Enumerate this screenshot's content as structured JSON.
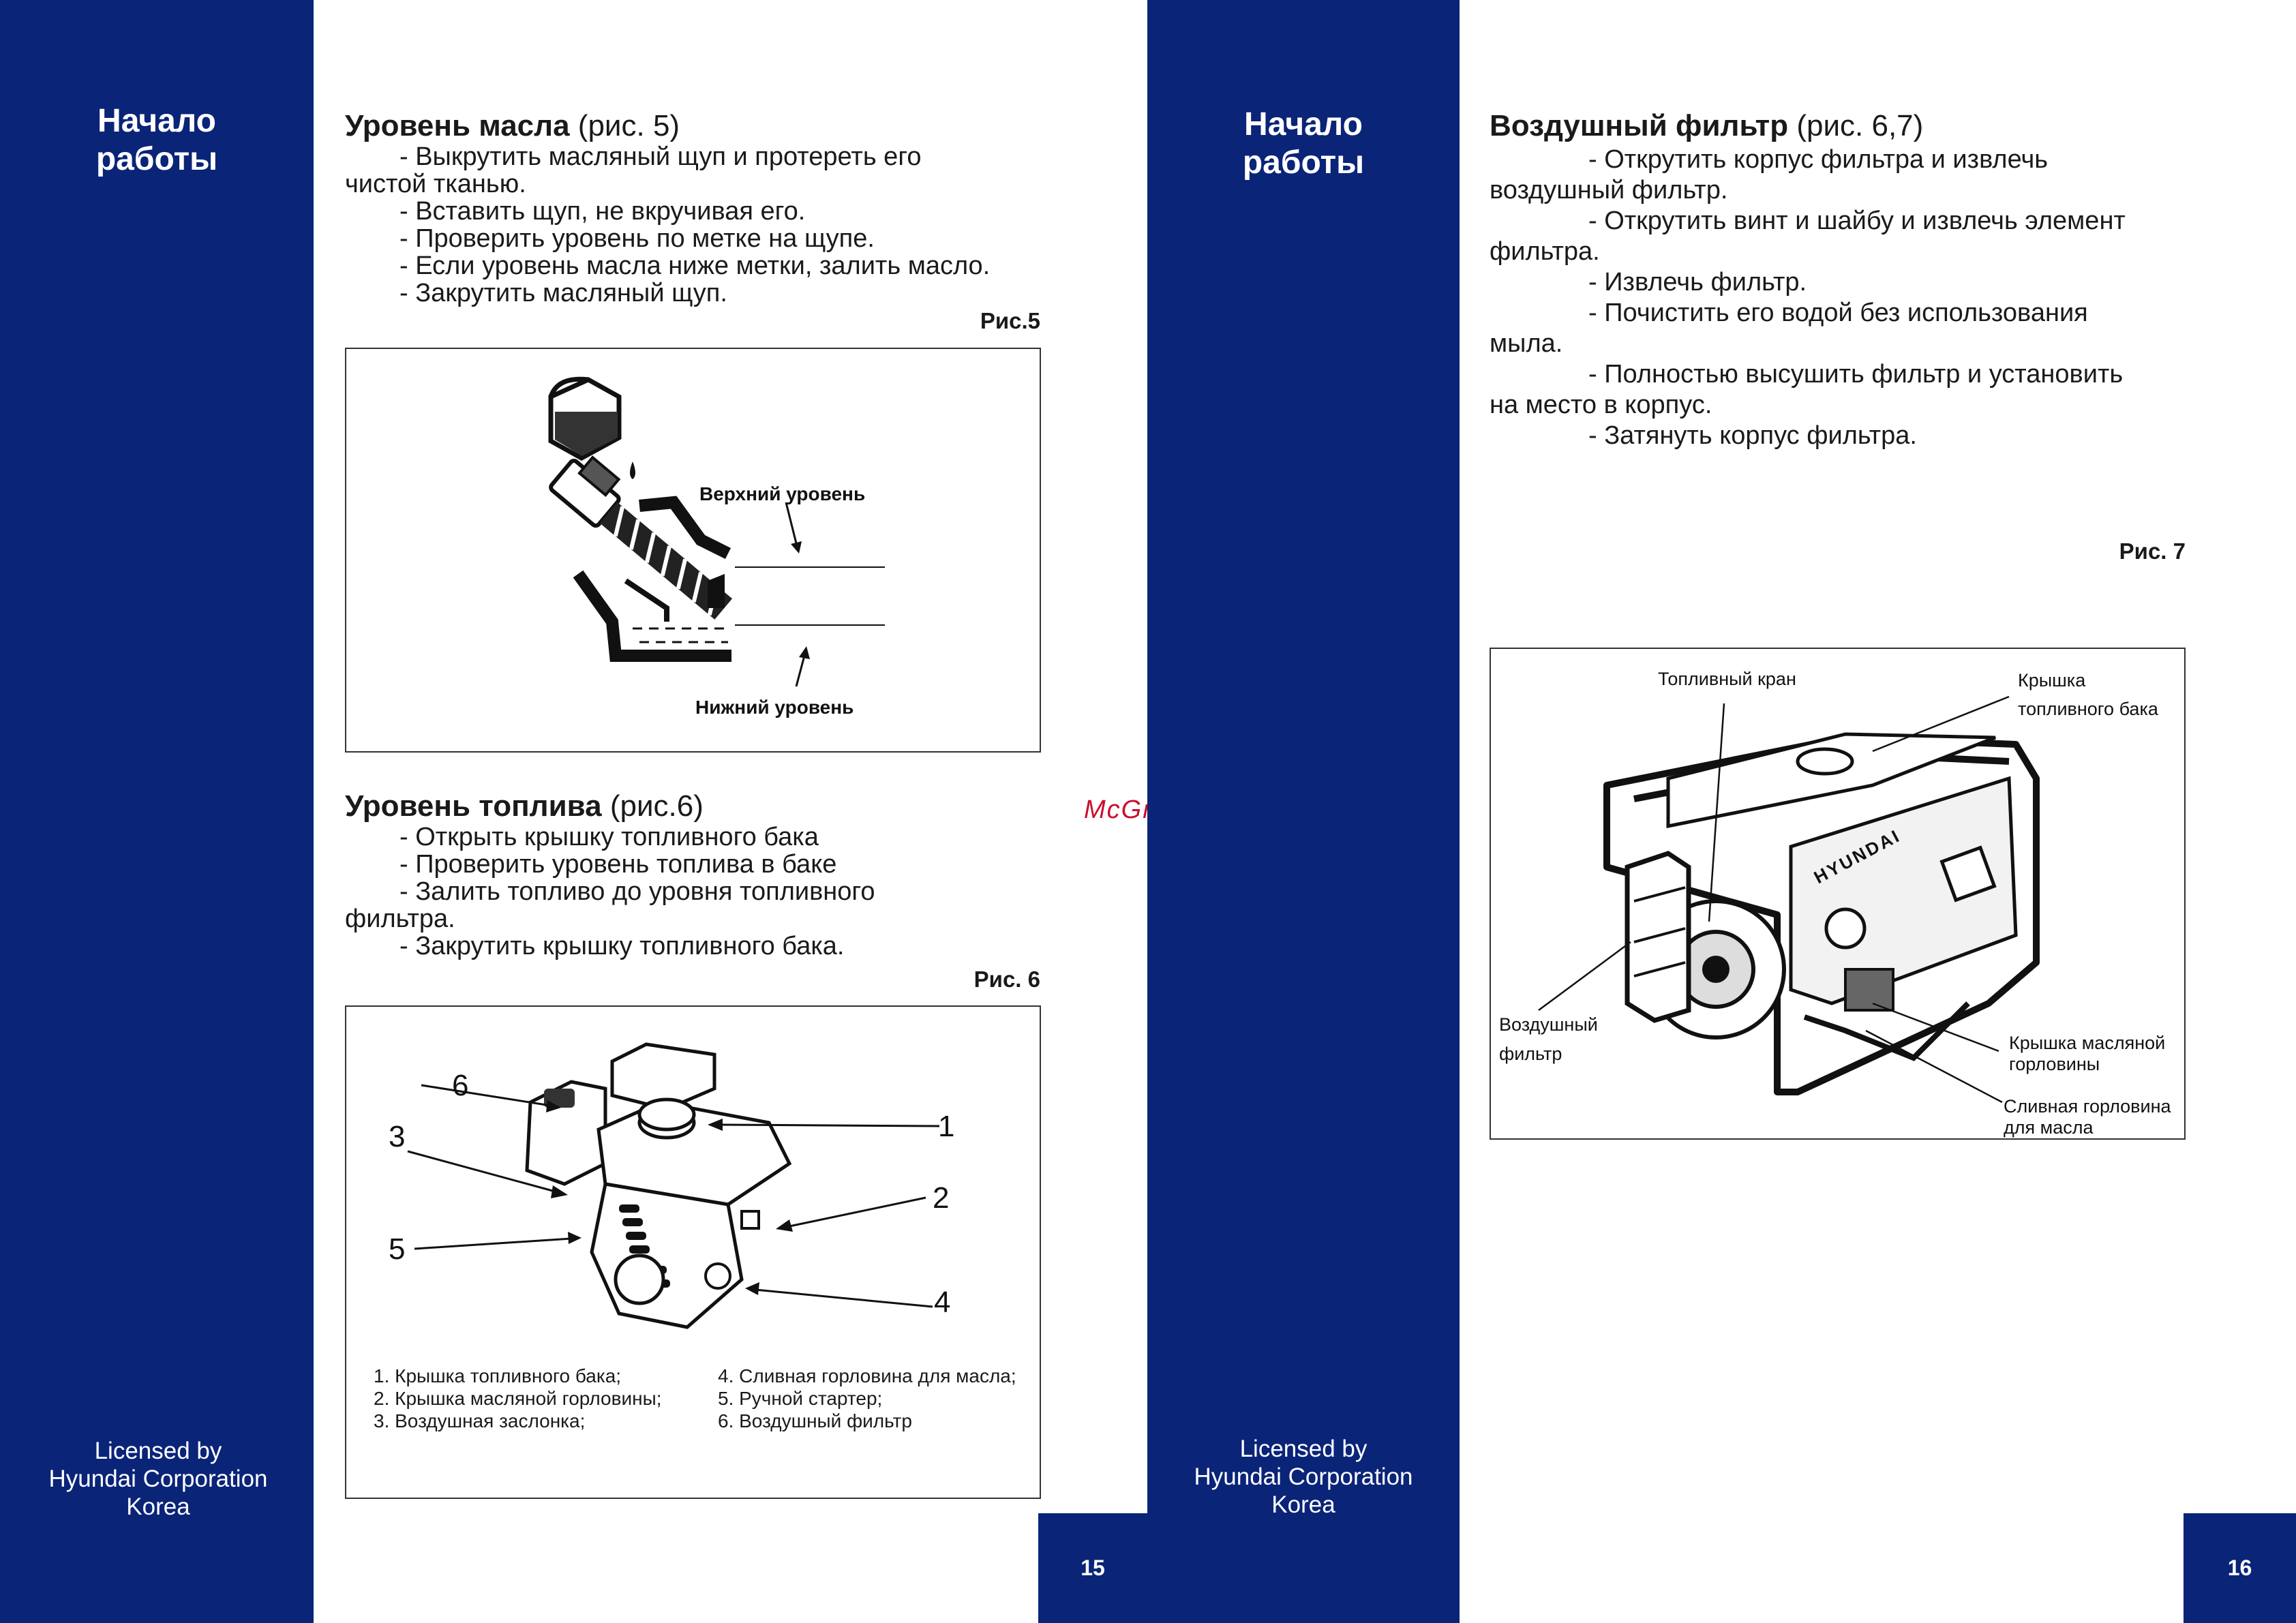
{
  "watermark": "McGrp.Ru",
  "left_page": {
    "side_title_line1": "Начало",
    "side_title_line2": "работы",
    "license_line1": "Licensed by",
    "license_line2": "Hyundai Corporation",
    "license_line3": "Korea",
    "page_number": "15",
    "oil": {
      "heading": "Уровень масла",
      "heading_ref": " (рис. 5)",
      "lines": [
        "- Выкрутить масляный щуп и протереть его",
        "чистой тканью.",
        "- Вставить щуп, не вкручивая его.",
        "- Проверить уровень по метке на щупе.",
        "- Если уровень масла ниже метки, залить масло.",
        "- Закрутить масляный щуп."
      ],
      "figure_caption": "Рис.5",
      "label_upper": "Верхний уровень",
      "label_lower": "Нижний уровень"
    },
    "fuel": {
      "heading": "Уровень топлива",
      "heading_ref": " (рис.6)",
      "lines": [
        "- Открыть крышку топливного бака",
        "- Проверить уровень топлива в баке",
        "- Залить топливо до уровня топливного",
        "фильтра.",
        "- Закрутить крышку топливного бака."
      ],
      "figure_caption": "Рис. 6",
      "callouts": [
        "1",
        "2",
        "3",
        "4",
        "5",
        "6"
      ],
      "legend_left": [
        "1. Крышка топливного бака;",
        "2. Крышка масляной горловины;",
        "3. Воздушная  заслонка;"
      ],
      "legend_right": [
        "4. Сливная горловина для масла;",
        "5. Ручной стартер;",
        "6. Воздушный фильтр"
      ]
    }
  },
  "right_page": {
    "side_title_line1": "Начало",
    "side_title_line2": "работы",
    "license_line1": "Licensed by",
    "license_line2": "Hyundai Corporation",
    "license_line3": "Korea",
    "page_number": "16",
    "air": {
      "heading": "Воздушный фильтр",
      "heading_ref": " (рис. 6,7)",
      "lines": [
        "- Открутить корпус фильтра и извлечь",
        "воздушный фильтр.",
        "- Открутить винт и шайбу и извлечь элемент",
        "фильтра.",
        "- Извлечь фильтр.",
        "- Почистить его водой без использования",
        "мыла.",
        "- Полностью высушить фильтр и установить",
        "на место в корпус.",
        "- Затянуть корпус фильтра."
      ],
      "figure_caption": "Рис. 7",
      "labels": {
        "fuel_valve": "Топливный кран",
        "fuel_cap_1": "Крышка",
        "fuel_cap_2": "топливного бака",
        "air_filter_1": "Воздушный",
        "air_filter_2": "фильтр",
        "oil_cap_1": "Крышка масляной",
        "oil_cap_2": "горловины",
        "oil_drain_1": "Сливная горловина",
        "oil_drain_2": "для масла",
        "brand": "HYUNDAI"
      }
    }
  }
}
